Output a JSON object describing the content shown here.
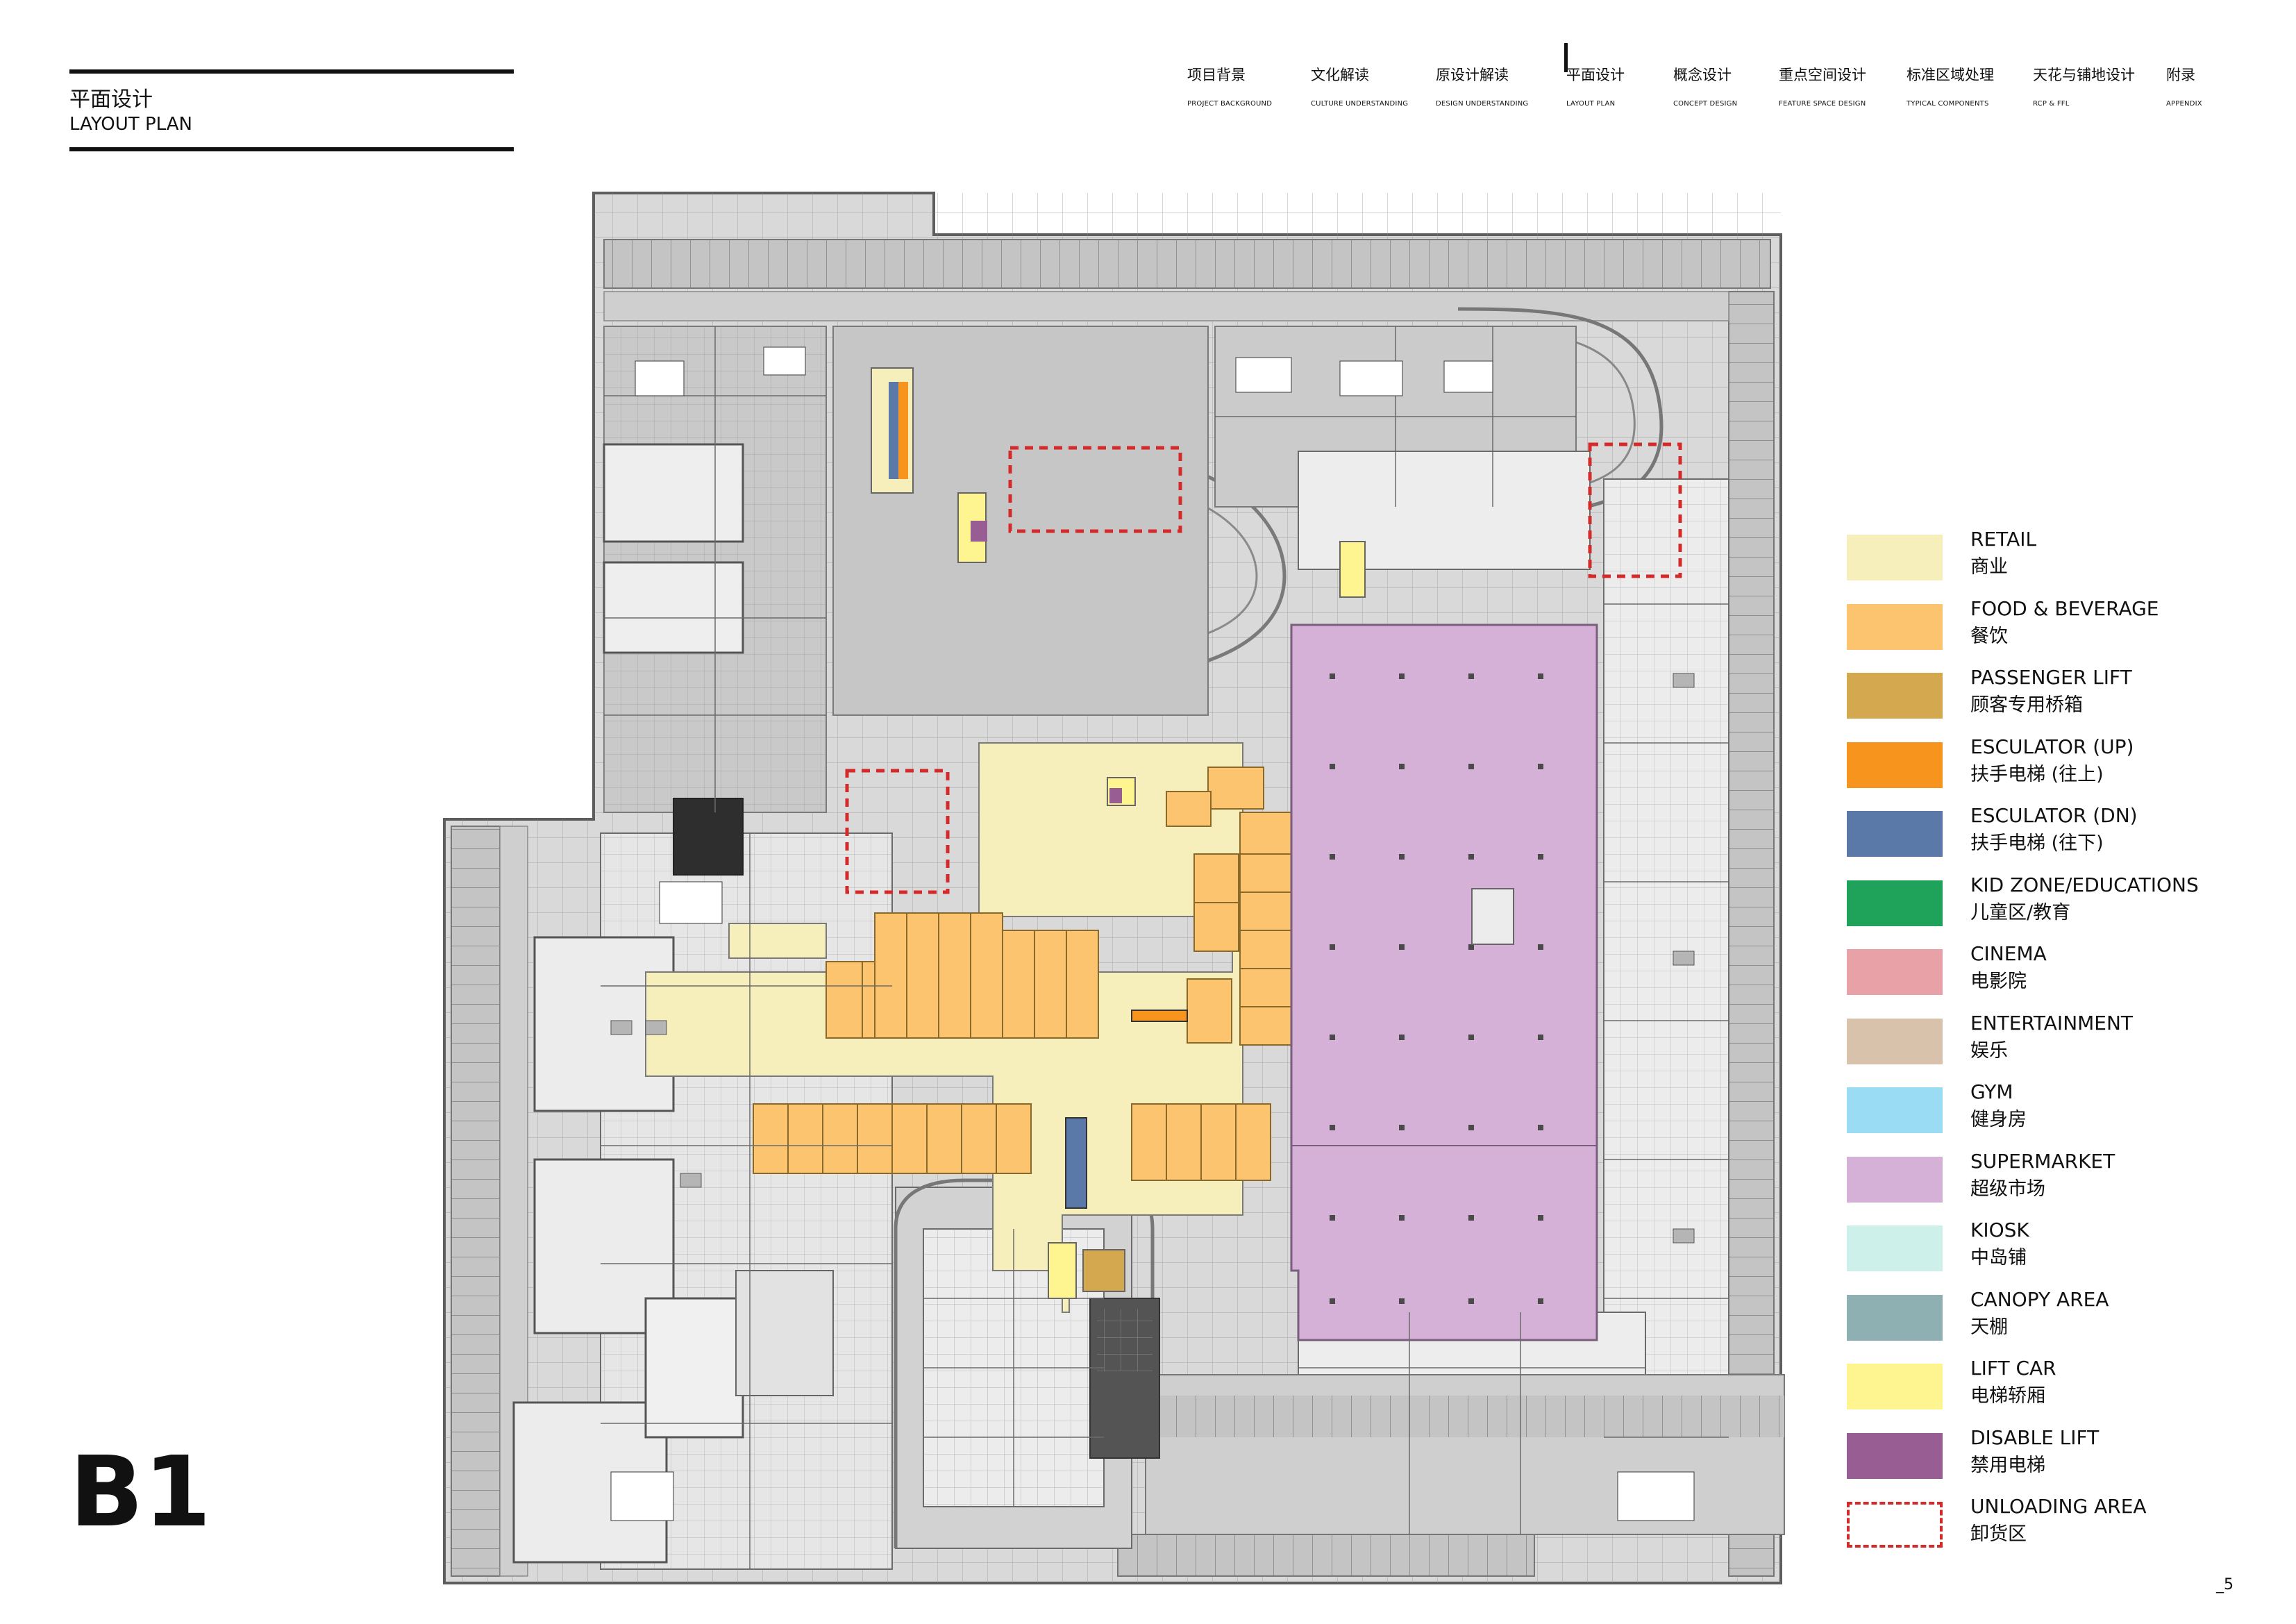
{
  "header": {
    "title_cn": "平面设计",
    "title_en": "LAYOUT PLAN"
  },
  "nav": [
    {
      "cn": "项目背景",
      "en": "PROJECT BACKGROUND"
    },
    {
      "cn": "文化解读",
      "en": "CULTURE UNDERSTANDING"
    },
    {
      "cn": "原设计解读",
      "en": "DESIGN UNDERSTANDING"
    },
    {
      "cn": "平面设计",
      "en": "LAYOUT PLAN"
    },
    {
      "cn": "概念设计",
      "en": "CONCEPT DESIGN"
    },
    {
      "cn": "重点空间设计",
      "en": "FEATURE SPACE DESIGN"
    },
    {
      "cn": "标准区域处理",
      "en": "TYPICAL COMPONENTS"
    },
    {
      "cn": "天花与铺地设计",
      "en": "RCP & FFL"
    },
    {
      "cn": "附录",
      "en": "APPENDIX"
    }
  ],
  "active_nav": "平面设计",
  "floor": "B1",
  "page_number": "_5",
  "legend": [
    {
      "en": "RETAIL",
      "cn": "商业",
      "color": "#f6eebb"
    },
    {
      "en": "FOOD & BEVERAGE",
      "cn": "餐饮",
      "color": "#fcc46f"
    },
    {
      "en": "PASSENGER LIFT",
      "cn": "顾客专用桥箱",
      "color": "#d3a84e"
    },
    {
      "en": "ESCULATOR (UP)",
      "cn": "扶手电梯 (往上)",
      "color": "#f7941d"
    },
    {
      "en": "ESCULATOR (DN)",
      "cn": "扶手电梯 (往下)",
      "color": "#5b79a8"
    },
    {
      "en": "KID ZONE/EDUCATIONS",
      "cn": "儿童区/教育",
      "color": "#1fa25a"
    },
    {
      "en": "CINEMA",
      "cn": "电影院",
      "color": "#e8a1a6"
    },
    {
      "en": "ENTERTAINMENT",
      "cn": "娱乐",
      "color": "#d9c2ab"
    },
    {
      "en": "GYM",
      "cn": "健身房",
      "color": "#9adcf3"
    },
    {
      "en": "SUPERMARKET",
      "cn": "超级市场",
      "color": "#d5b0d7"
    },
    {
      "en": "KIOSK",
      "cn": "中岛铺",
      "color": "#cdf0ea"
    },
    {
      "en": "CANOPY AREA",
      "cn": "天棚",
      "color": "#8fb0b3"
    },
    {
      "en": "LIFT CAR",
      "cn": "电梯轿厢",
      "color": "#fef590"
    },
    {
      "en": "DISABLE LIFT",
      "cn": "禁用电梯",
      "color": "#985d92"
    },
    {
      "en": "UNLOADING AREA",
      "cn": "卸货区",
      "color": "#d42a2a",
      "dashed": true
    }
  ],
  "plan_colors": {
    "building": "#d9d9d9",
    "parking": "#c4c4c4",
    "service": "#ececec",
    "outline": "#6b6b6b",
    "core": "#545454"
  }
}
